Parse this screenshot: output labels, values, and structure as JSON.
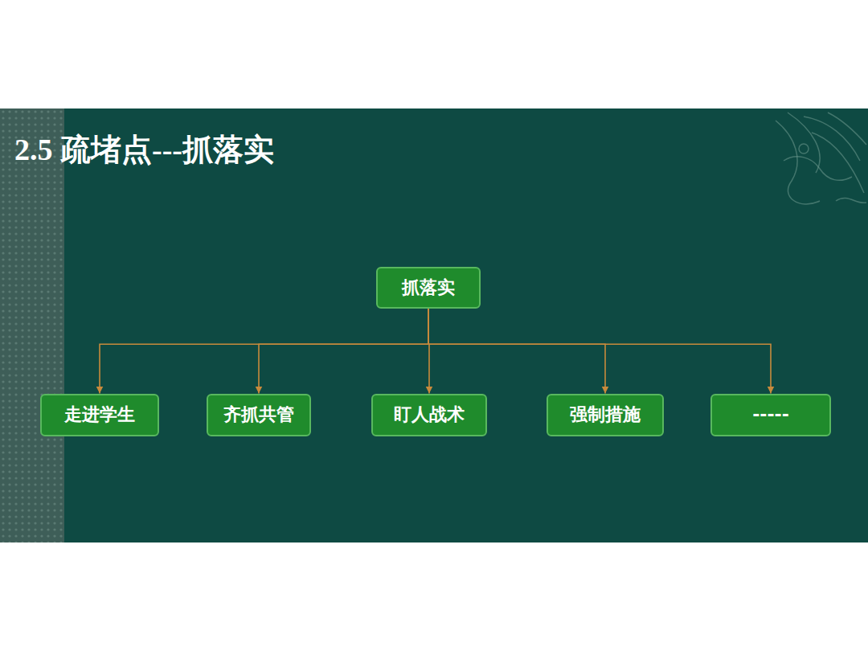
{
  "diagram": {
    "title": "2.5 疏堵点---抓落实",
    "nodes": [
      {
        "text": [
          "抓落实"
        ]
      },
      {
        "text": [
          "走进学生"
        ]
      },
      {
        "text": [
          "齐抓共管"
        ]
      },
      {
        "text": [
          "盯人战术"
        ]
      },
      {
        "text": [
          "强制措施"
        ]
      },
      {
        "text": [
          "-----"
        ]
      }
    ],
    "edges": [
      {
        "from": 0,
        "to": 1,
        "arrow": "to"
      },
      {
        "from": 0,
        "to": 2,
        "arrow": "to"
      },
      {
        "from": 0,
        "to": 3,
        "arrow": "to"
      },
      {
        "from": 0,
        "to": 4,
        "arrow": "to"
      },
      {
        "from": 0,
        "to": 5,
        "arrow": "to"
      }
    ]
  }
}
